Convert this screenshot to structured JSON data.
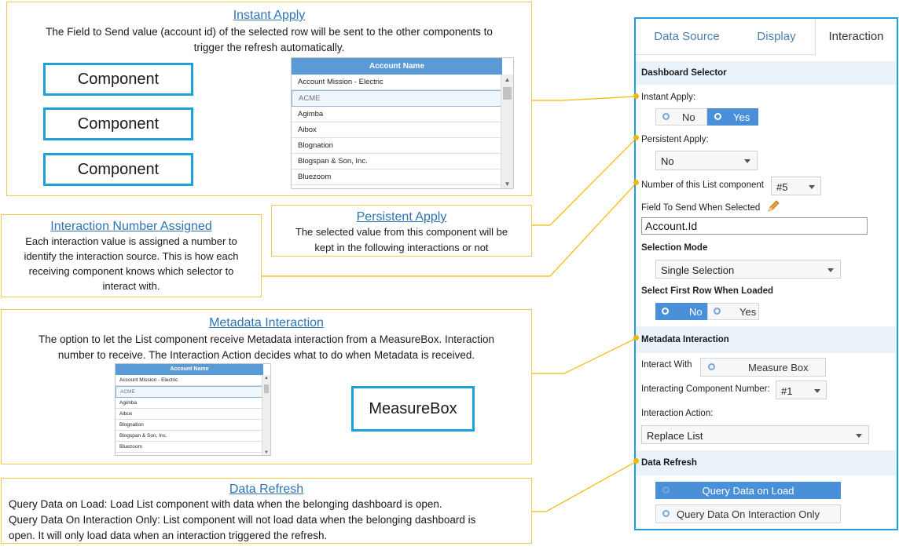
{
  "callouts": {
    "instant_apply": {
      "title": "Instant Apply",
      "line1": "The Field to Send value (account id) of the selected row will be sent to the other components to",
      "line2": "trigger the refresh automatically."
    },
    "interaction_number": {
      "title": "Interaction Number Assigned",
      "lines": [
        "Each interaction value is assigned a number to",
        "identify the interaction source. This is how each",
        "receiving component  knows which selector to",
        "interact with."
      ]
    },
    "persistent_apply": {
      "title": "Persistent Apply",
      "lines": [
        "The selected value from this component  will be",
        "kept in the following interactions or not"
      ]
    },
    "metadata_interaction": {
      "title": "Metadata Interaction",
      "lines": [
        "The option to let the List component  receive Metadata interaction from a MeasureBox. Interaction",
        "number  to receive. The Interaction Action decides what to do when Metadata is received."
      ]
    },
    "data_refresh": {
      "title": "Data Refresh",
      "lines": [
        "Query Data on Load: Load List component with data when the belonging dashboard is open.",
        "Query Data On Interaction Only: List component  will not load data when the belonging dashboard is",
        "open. It will only load data when an interaction triggered the refresh."
      ]
    }
  },
  "components": [
    "Component",
    "Component",
    "Component"
  ],
  "measure_box_label": "MeasureBox",
  "list_widget": {
    "header": "Account Name",
    "rows": [
      "Account Mission - Electric",
      "ACME",
      "Agimba",
      "Aibox",
      "Blognation",
      "Blogspan & Son, Inc.",
      "Bluezoom"
    ],
    "selected_index": 1
  },
  "panel": {
    "tabs": [
      "Data Source",
      "Display",
      "Interaction"
    ],
    "active_tab": "Interaction",
    "dashboard_selector": "Dashboard Selector",
    "instant_apply": {
      "label": "Instant Apply:",
      "no": "No",
      "yes": "Yes",
      "value": "Yes"
    },
    "persistent_apply": {
      "label": "Persistent Apply:",
      "value": "No"
    },
    "list_number": {
      "label": "Number of this List component",
      "value": "#5"
    },
    "field_to_send": {
      "label": "Field To Send When Selected",
      "value": "Account.Id"
    },
    "selection_mode": {
      "label": "Selection Mode",
      "value": "Single Selection"
    },
    "select_first_row": {
      "label": "Select First Row When Loaded",
      "no": "No",
      "yes": "Yes",
      "value": "No"
    },
    "metadata_interaction": {
      "section": "Metadata Interaction",
      "interact_with_label": "Interact With",
      "interact_with_value": "Measure Box",
      "component_number_label": "Interacting Component Number:",
      "component_number_value": "#1",
      "action_label": "Interaction Action:",
      "action_value": "Replace List"
    },
    "data_refresh": {
      "section": "Data Refresh",
      "on_load": "Query Data on Load",
      "on_interaction": "Query Data On Interaction Only",
      "value": "Query Data on Load"
    }
  },
  "colors": {
    "accent_blue": "#1ea0dc",
    "button_blue": "#4a90d9",
    "callout_border": "#f2c94c",
    "connector_line": "#f2b800",
    "arrow_line": "#f5b800",
    "title_link": "#2e74b5",
    "list_header": "#5b9bd5",
    "section_bg": "#ebf3fa"
  },
  "icons": [
    "pencil-icon",
    "radio-icon",
    "caret-down-icon",
    "scroll-up-arrow-icon",
    "scroll-down-arrow-icon"
  ]
}
